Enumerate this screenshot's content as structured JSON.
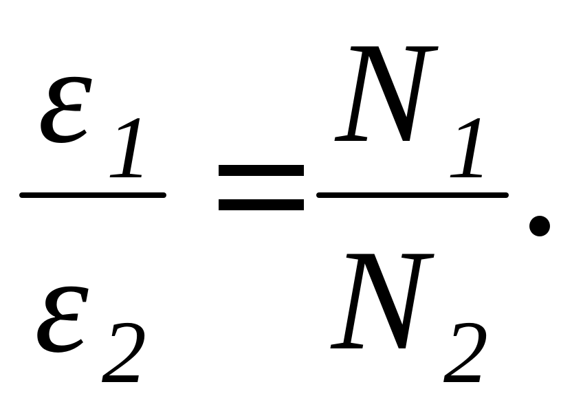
{
  "formula": {
    "left_fraction": {
      "numerator": {
        "symbol": "ε",
        "subscript": "1"
      },
      "denominator": {
        "symbol": "ε",
        "subscript": "2"
      }
    },
    "right_fraction": {
      "numerator": {
        "symbol": "N",
        "subscript": "1"
      },
      "denominator": {
        "symbol": "N",
        "subscript": "2"
      }
    },
    "trailing_punctuation": "."
  }
}
